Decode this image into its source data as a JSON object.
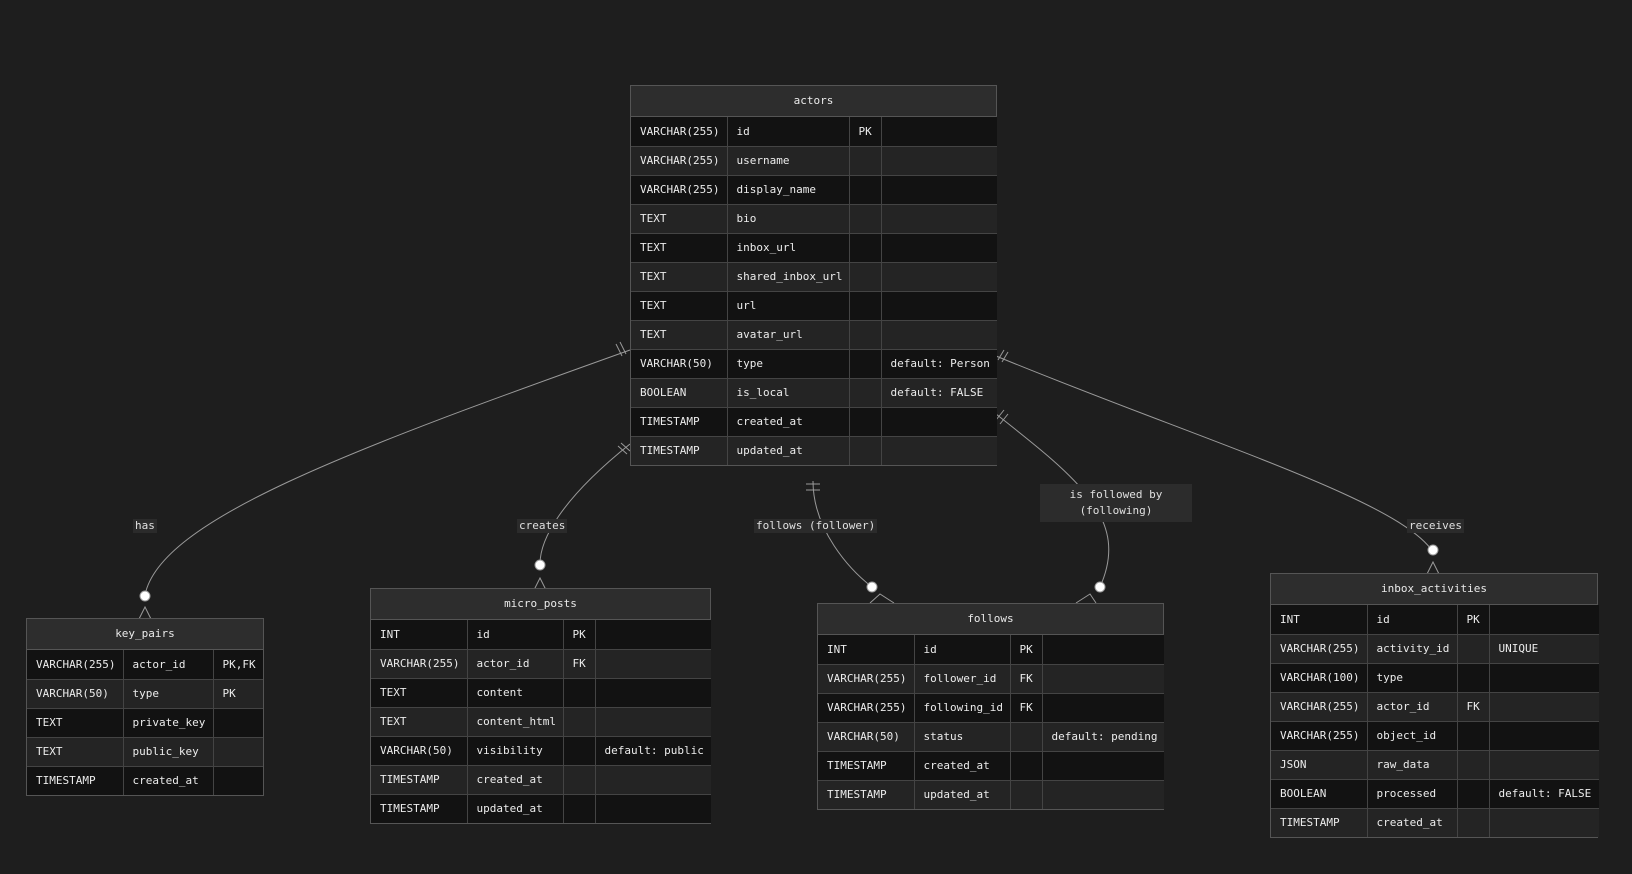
{
  "entities": {
    "actors": {
      "title": "actors",
      "rows": [
        [
          "VARCHAR(255)",
          "id",
          "PK",
          ""
        ],
        [
          "VARCHAR(255)",
          "username",
          "",
          ""
        ],
        [
          "VARCHAR(255)",
          "display_name",
          "",
          ""
        ],
        [
          "TEXT",
          "bio",
          "",
          ""
        ],
        [
          "TEXT",
          "inbox_url",
          "",
          ""
        ],
        [
          "TEXT",
          "shared_inbox_url",
          "",
          ""
        ],
        [
          "TEXT",
          "url",
          "",
          ""
        ],
        [
          "TEXT",
          "avatar_url",
          "",
          ""
        ],
        [
          "VARCHAR(50)",
          "type",
          "",
          "default: Person"
        ],
        [
          "BOOLEAN",
          "is_local",
          "",
          "default: FALSE"
        ],
        [
          "TIMESTAMP",
          "created_at",
          "",
          ""
        ],
        [
          "TIMESTAMP",
          "updated_at",
          "",
          ""
        ]
      ]
    },
    "key_pairs": {
      "title": "key_pairs",
      "rows": [
        [
          "VARCHAR(255)",
          "actor_id",
          "PK,FK"
        ],
        [
          "VARCHAR(50)",
          "type",
          "PK"
        ],
        [
          "TEXT",
          "private_key",
          ""
        ],
        [
          "TEXT",
          "public_key",
          ""
        ],
        [
          "TIMESTAMP",
          "created_at",
          ""
        ]
      ]
    },
    "micro_posts": {
      "title": "micro_posts",
      "rows": [
        [
          "INT",
          "id",
          "PK",
          ""
        ],
        [
          "VARCHAR(255)",
          "actor_id",
          "FK",
          ""
        ],
        [
          "TEXT",
          "content",
          "",
          ""
        ],
        [
          "TEXT",
          "content_html",
          "",
          ""
        ],
        [
          "VARCHAR(50)",
          "visibility",
          "",
          "default: public"
        ],
        [
          "TIMESTAMP",
          "created_at",
          "",
          ""
        ],
        [
          "TIMESTAMP",
          "updated_at",
          "",
          ""
        ]
      ]
    },
    "follows": {
      "title": "follows",
      "rows": [
        [
          "INT",
          "id",
          "PK",
          ""
        ],
        [
          "VARCHAR(255)",
          "follower_id",
          "FK",
          ""
        ],
        [
          "VARCHAR(255)",
          "following_id",
          "FK",
          ""
        ],
        [
          "VARCHAR(50)",
          "status",
          "",
          "default: pending"
        ],
        [
          "TIMESTAMP",
          "created_at",
          "",
          ""
        ],
        [
          "TIMESTAMP",
          "updated_at",
          "",
          ""
        ]
      ]
    },
    "inbox_activities": {
      "title": "inbox_activities",
      "rows": [
        [
          "INT",
          "id",
          "PK",
          ""
        ],
        [
          "VARCHAR(255)",
          "activity_id",
          "",
          "UNIQUE"
        ],
        [
          "VARCHAR(100)",
          "type",
          "",
          ""
        ],
        [
          "VARCHAR(255)",
          "actor_id",
          "FK",
          ""
        ],
        [
          "VARCHAR(255)",
          "object_id",
          "",
          ""
        ],
        [
          "JSON",
          "raw_data",
          "",
          ""
        ],
        [
          "BOOLEAN",
          "processed",
          "",
          "default: FALSE"
        ],
        [
          "TIMESTAMP",
          "created_at",
          "",
          ""
        ]
      ]
    }
  },
  "relationships": {
    "has": "has",
    "creates": "creates",
    "follows_follower": "follows (follower)",
    "is_followed_by_line1": "is followed by",
    "is_followed_by_line2": "(following)",
    "receives": "receives"
  },
  "colors": {
    "background": "#1e1e1e",
    "line": "#9a9a9a",
    "header": "#2d2d2d"
  }
}
